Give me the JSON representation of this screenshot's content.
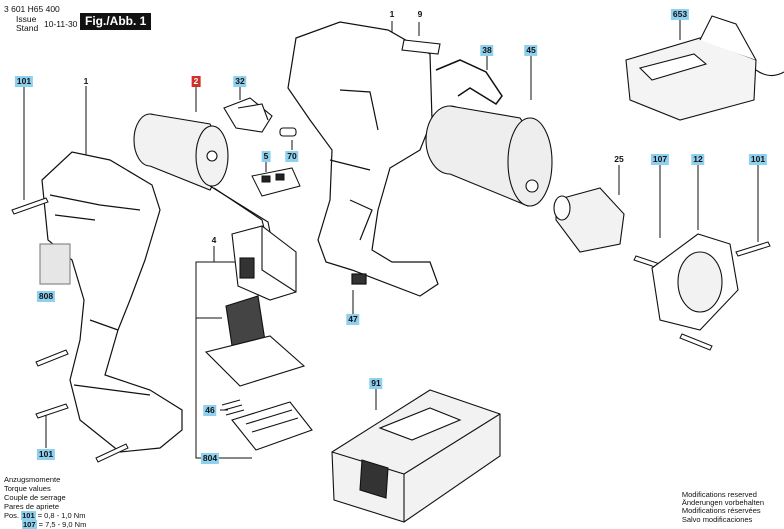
{
  "header": {
    "part_no": "3 601 H65 400",
    "issue_label": "Issue",
    "stand_label": "Stand",
    "date": "10-11-30",
    "figure": "Fig./Abb. 1"
  },
  "labels": {
    "l1_top": "1",
    "l9": "9",
    "l653": "653",
    "l38": "38",
    "l45": "45",
    "l101_left": "101",
    "l1_left": "1",
    "l2": "2",
    "l32": "32",
    "l70": "70",
    "l5": "5",
    "l4": "4",
    "l808": "808",
    "l25": "25",
    "l107_right": "107",
    "l12": "12",
    "l101_right": "101",
    "l47": "47",
    "l91": "91",
    "l46": "46",
    "l101_bottom": "101",
    "l804": "804"
  },
  "footer": {
    "torque_lines": [
      "Anzugsmomente",
      "Torque values",
      "Couple de serrage",
      "Pares de apriete"
    ],
    "pos_label": "Pos.",
    "torque_1_pos": "101",
    "torque_1_value": "= 0,8 - 1,0 Nm",
    "torque_2_pos": "107",
    "torque_2_value": "= 7,5 - 9,0 Nm",
    "modifications": [
      "Modifications reserved",
      "Änderungen vorbehalten",
      "Modifications réservées",
      "Salvo modificaciones"
    ]
  },
  "colors": {
    "highlight": "#8fd0ee",
    "new_part": "#d03026"
  }
}
